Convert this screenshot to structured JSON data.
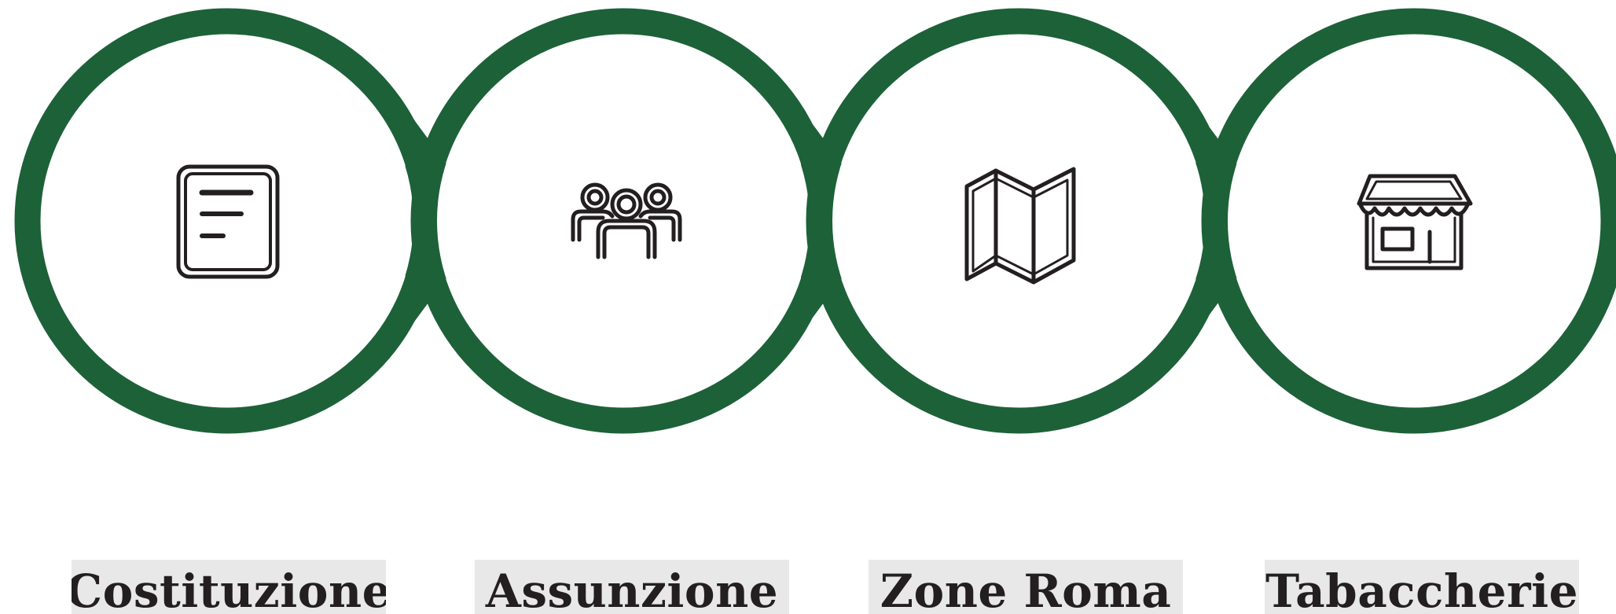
{
  "colors": {
    "ring": "#1d6138",
    "icon": "#231f20",
    "label_background": "#e8e8e8",
    "label_text": "#231f20"
  },
  "steps": [
    {
      "icon": "document-icon",
      "label": "Costituzione"
    },
    {
      "icon": "team-icon",
      "label": "Assunzione"
    },
    {
      "icon": "map-icon",
      "label": "Zone Roma"
    },
    {
      "icon": "shop-icon",
      "label": "Tabaccherie"
    }
  ]
}
